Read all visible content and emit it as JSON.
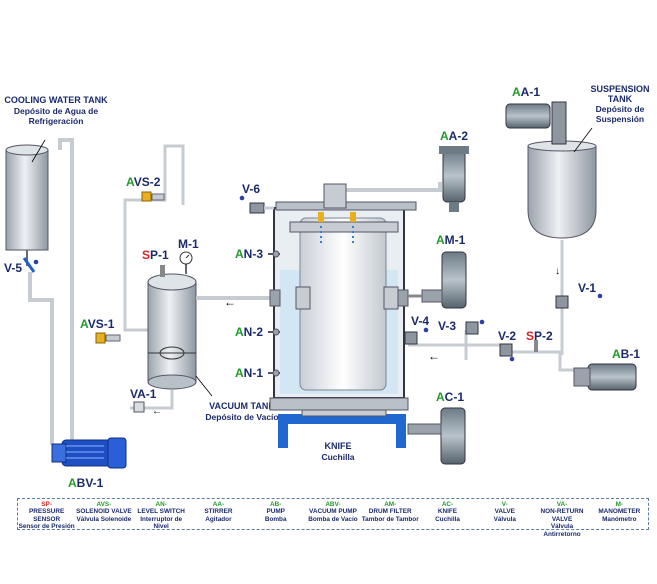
{
  "labels": {
    "cooling_tank_en": "COOLING WATER TANK",
    "cooling_tank_es1": "Depósito de Agua de",
    "cooling_tank_es2": "Refrigeración",
    "suspension_en1": "SUSPENSION",
    "suspension_en2": "TANK",
    "suspension_es1": "Depósito de",
    "suspension_es2": "Suspensión",
    "vacuum_tank_en": "VACUUM TANK",
    "vacuum_tank_es": "Depósito de Vacío",
    "knife_en": "KNIFE",
    "knife_es": "Cuchilla"
  },
  "tags": {
    "aa1": {
      "prefix": "A",
      "rest": "A-1"
    },
    "aa2": {
      "prefix": "A",
      "rest": "A-2"
    },
    "am1": {
      "prefix": "A",
      "rest": "M-1"
    },
    "ac1": {
      "prefix": "A",
      "rest": "C-1"
    },
    "ab1": {
      "prefix": "A",
      "rest": "B-1"
    },
    "abv1": {
      "prefix": "A",
      "rest": "BV-1"
    },
    "avs1": {
      "prefix": "A",
      "rest": "VS-1"
    },
    "avs2": {
      "prefix": "A",
      "rest": "VS-2"
    },
    "an1": {
      "prefix": "A",
      "rest": "N-1"
    },
    "an2": {
      "prefix": "A",
      "rest": "N-2"
    },
    "an3": {
      "prefix": "A",
      "rest": "N-3"
    },
    "sp1": {
      "prefix": "S",
      "rest": "P-1"
    },
    "sp2": {
      "prefix": "S",
      "rest": "P-2"
    },
    "m1": "M-1",
    "va1": "VA-1",
    "v1": "V-1",
    "v2": "V-2",
    "v3": "V-3",
    "v4": "V-4",
    "v5": "V-5",
    "v6": "V-6"
  },
  "legend": [
    {
      "code": "SP-",
      "en": "PRESSURE SENSOR",
      "es": "Sensor de Presión",
      "red": true
    },
    {
      "code": "AVS-",
      "en": "SOLENOID VALVE",
      "es": "Válvula Solenoide",
      "red": false
    },
    {
      "code": "AN-",
      "en": "LEVEL SWITCH",
      "es": "Interruptor de Nivel",
      "red": false
    },
    {
      "code": "AA-",
      "en": "STIRRER",
      "es": "Agitador",
      "red": false
    },
    {
      "code": "AB-",
      "en": "PUMP",
      "es": "Bomba",
      "red": false
    },
    {
      "code": "ABV-",
      "en": "VACUUM PUMP",
      "es": "Bomba de Vacío",
      "red": false
    },
    {
      "code": "AM-",
      "en": "DRUM FILTER",
      "es": "Tambor de Tambor",
      "red": false
    },
    {
      "code": "AC-",
      "en": "KNIFE",
      "es": "Cuchilla",
      "red": false
    },
    {
      "code": "V-",
      "en": "VALVE",
      "es": "Válvula",
      "red": false
    },
    {
      "code": "VA-",
      "en": "NON-RETURN VALVE",
      "es": "Válvula Antirretorno",
      "red": false
    },
    {
      "code": "M-",
      "en": "MANOMETER",
      "es": "Manómetro",
      "red": false
    }
  ]
}
